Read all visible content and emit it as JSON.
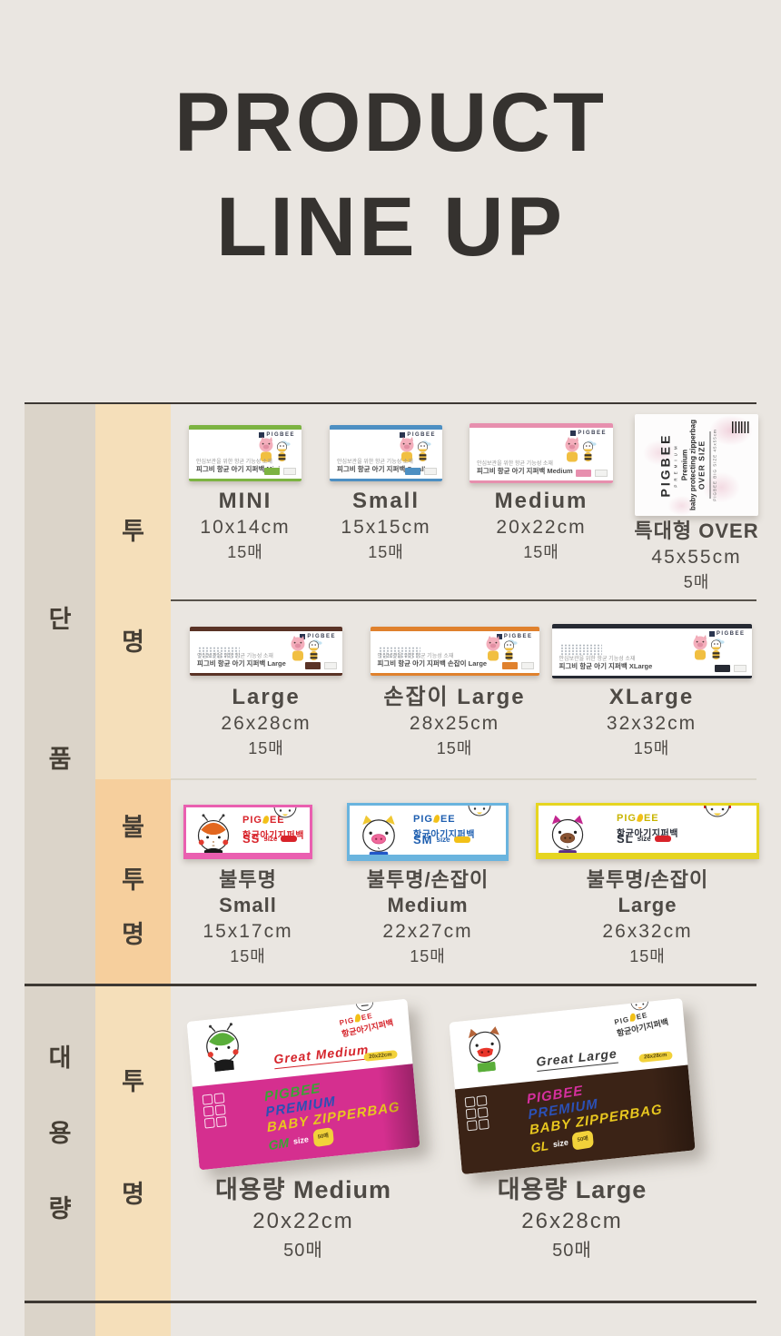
{
  "title": {
    "line1": "PRODUCT",
    "line2": "LINE UP"
  },
  "side_labels": {
    "group1": [
      "단",
      "품"
    ],
    "sub1": [
      "투",
      "명"
    ],
    "sub2": [
      "불",
      "투",
      "명"
    ],
    "group2": [
      "대",
      "용",
      "량"
    ],
    "sub3": [
      "투",
      "명"
    ]
  },
  "box_text": {
    "brand": "PIGBEE",
    "tagline": "안심보관을 위한 항균 기능성 소재",
    "korean_name": "피그비 항균 아기 지퍼백",
    "opaque_korean": "항균아기지퍼백",
    "size_word": "size",
    "pouch": {
      "brand": "PIGBEE",
      "sub": "PREMIUM",
      "line1": "Premium",
      "line2": "baby protecting zipperbag",
      "line3": "OVER SIZE",
      "tiny": "PIGBEE BIG SIZE 45x55cm"
    },
    "big": {
      "brand1": "PIGBEE",
      "brand2": "PREMIUM",
      "brand3": "BABY ZIPPERBAG"
    }
  },
  "rows": {
    "r1": [
      {
        "name": "MINI",
        "size": "10x14cm",
        "count": "15매",
        "variant": "Mini"
      },
      {
        "name": "Small",
        "size": "15x15cm",
        "count": "15매",
        "variant": "Small"
      },
      {
        "name": "Medium",
        "size": "20x22cm",
        "count": "15매",
        "variant": "Medium"
      },
      {
        "name": "특대형 OVER",
        "size": "45x55cm",
        "count": "5매"
      }
    ],
    "r2": [
      {
        "name": "Large",
        "size": "26x28cm",
        "count": "15매",
        "variant": "Large"
      },
      {
        "name": "손잡이 Large",
        "size": "28x25cm",
        "count": "15매",
        "variant": "손잡이 Large"
      },
      {
        "name": "XLarge",
        "size": "32x32cm",
        "count": "15매",
        "variant": "XLarge"
      }
    ],
    "r3": [
      {
        "name1": "불투명",
        "name2": "Small",
        "size": "15x17cm",
        "count": "15매",
        "code": "SS"
      },
      {
        "name1": "불투명/손잡이",
        "name2": "Medium",
        "size": "22x27cm",
        "count": "15매",
        "code": "SM"
      },
      {
        "name1": "불투명/손잡이",
        "name2": "Large",
        "size": "26x32cm",
        "count": "15매",
        "code": "SL"
      }
    ],
    "r4": [
      {
        "name": "대용량 Medium",
        "size": "20x22cm",
        "count": "50매",
        "great": "Great Medium",
        "code": "GM"
      },
      {
        "name": "대용량 Large",
        "size": "26x28cm",
        "count": "50매",
        "great": "Great Large",
        "code": "GL"
      }
    ]
  },
  "colors": {
    "page_bg": "#eae6e1",
    "col_category_bg": "#dbd4c9",
    "col_sub_bg": "#f5dfba",
    "col_sub_opaque_bg": "#f6cf9d",
    "line_dark": "#3d3833",
    "line_mid": "#57524b",
    "line_light": "#d9d5ca",
    "title_text": "#35322f",
    "label_text": "#463f35",
    "product_text": "#4e4a45",
    "accent_mini": "#7cb342",
    "accent_small": "#4d8fc2",
    "accent_medium": "#e78fae",
    "accent_large": "#5a3326",
    "accent_handle_large": "#e0812d",
    "accent_xlarge": "#262a33",
    "accent_op_small": "#ea5fb0",
    "accent_op_medium": "#6ab4de",
    "accent_op_large": "#e6d520",
    "op_small_text": "#d8232a",
    "op_medium_text": "#1f5fb0",
    "op_large_text": "#2a2f3a",
    "accent_big_medium": "#d52f8f",
    "accent_big_large": "#3b2316",
    "big_green": "#3aa335",
    "big_blue": "#2b50b5",
    "big_yellow": "#e8c71f",
    "big_white": "#ffffff",
    "big_magenta": "#d5309f",
    "great_red": "#d5232a",
    "great_dark": "#3a3a3a"
  }
}
